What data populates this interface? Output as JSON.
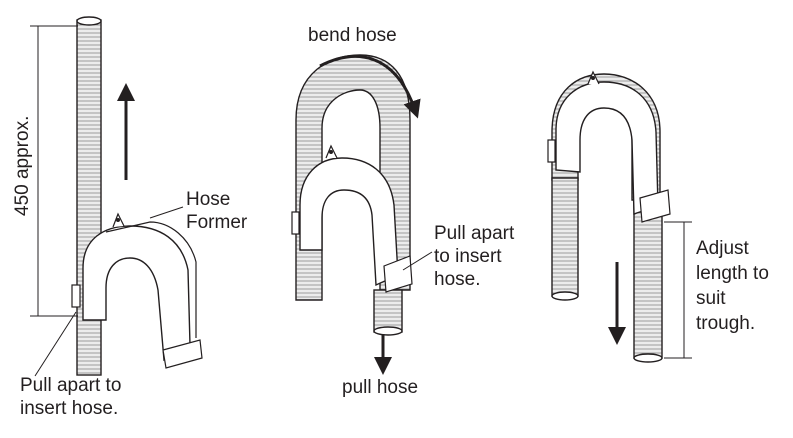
{
  "labels": {
    "dimension": "450 approx.",
    "hose_former": [
      "Hose",
      "Former"
    ],
    "pull_apart_1": [
      "Pull apart to",
      "insert hose."
    ],
    "bend_hose": "bend hose",
    "pull_apart_2": [
      "Pull apart",
      "to insert",
      "hose."
    ],
    "pull_hose": "pull hose",
    "adjust": [
      "Adjust",
      "length to",
      "suit",
      "trough."
    ]
  },
  "colors": {
    "line": "#231f20",
    "hose_rib": "#8a8a8a",
    "fill": "#ffffff"
  }
}
